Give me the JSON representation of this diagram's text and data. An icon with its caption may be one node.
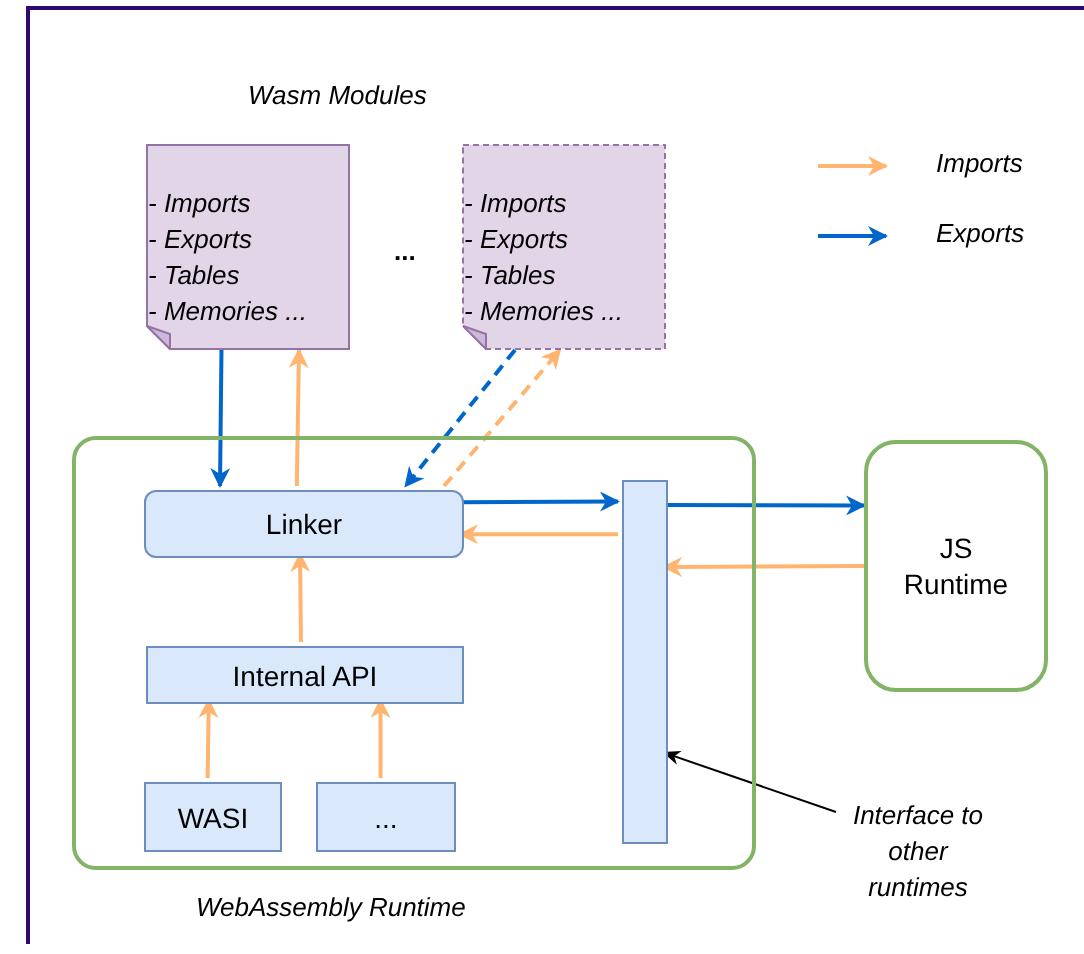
{
  "diagram": {
    "nodes": [
      {
        "text": [
          "WebAssembly Runtime"
        ]
      },
      {
        "text": [
          "- Imports",
          "- Exports",
          "- Tables",
          "- Memories ..."
        ]
      },
      {
        "text": [
          "- Imports",
          "- Exports",
          "- Tables",
          "- Memories ..."
        ]
      },
      {
        "text": [
          "Linker"
        ],
        "in": 0
      },
      {
        "text": [
          "Internal API"
        ],
        "in": 0
      },
      {
        "text": [
          "WASI"
        ],
        "in": 0
      },
      {
        "text": [
          "..."
        ],
        "in": 0
      },
      {
        "text": [],
        "shape": "bar",
        "in": 0
      },
      {
        "text": [
          "JS Runtime"
        ]
      },
      {
        "text": [
          "Interface to other runtimes"
        ]
      }
    ],
    "edges": [
      {
        "from": 1,
        "to": 3,
        "arrow": "to",
        "color": "#0066cc"
      },
      {
        "from": 3,
        "to": 1,
        "arrow": "to"
      },
      {
        "from": 2,
        "to": 3,
        "arrow": "to",
        "style": "dashed",
        "color": "#0066cc"
      },
      {
        "from": 3,
        "to": 2,
        "arrow": "to",
        "style": "dashed"
      },
      {
        "from": 3,
        "to": 7,
        "arrow": "to",
        "color": "#0066cc"
      },
      {
        "from": 7,
        "to": 3,
        "arrow": "to"
      },
      {
        "from": 7,
        "to": 8,
        "arrow": "to",
        "color": "#0066cc"
      },
      {
        "from": 8,
        "to": 7,
        "arrow": "to"
      },
      {
        "from": 4,
        "to": 3,
        "arrow": "to"
      },
      {
        "from": 5,
        "to": 4,
        "arrow": "to"
      },
      {
        "from": 6,
        "to": 4,
        "arrow": "to"
      },
      {
        "from": 9,
        "to": 7,
        "arrow": "to",
        "color": "#000000"
      }
    ],
    "labels": [
      "Wasm Modules",
      "..."
    ],
    "legend": [
      {
        "text": "Imports"
      },
      {
        "text": "Exports"
      }
    ]
  }
}
